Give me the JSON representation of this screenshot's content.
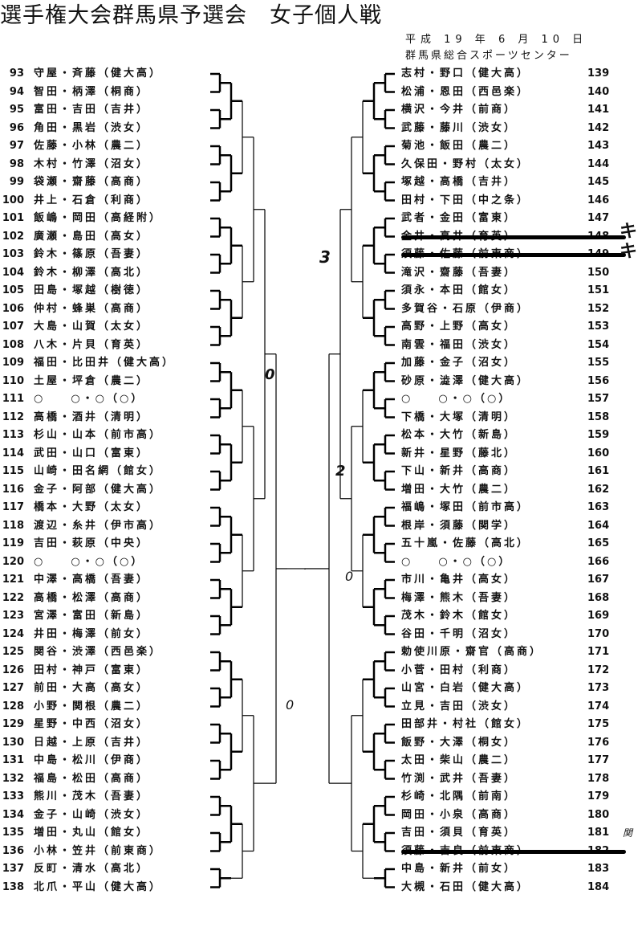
{
  "header": {
    "title": "選手権大会群馬県予選会　女子個人戦",
    "date": "平成 19 年 6 月 10 日",
    "venue": "群馬県総合スポーツセンター"
  },
  "left": [
    {
      "no": "93",
      "name": "守屋・斉藤",
      "school": "健大高"
    },
    {
      "no": "94",
      "name": "智田・柄澤",
      "school": "桐商"
    },
    {
      "no": "95",
      "name": "富田・吉田",
      "school": "吉井"
    },
    {
      "no": "96",
      "name": "角田・黒岩",
      "school": "渋女"
    },
    {
      "no": "97",
      "name": "佐藤・小林",
      "school": "農二"
    },
    {
      "no": "98",
      "name": "木村・竹澤",
      "school": "沼女"
    },
    {
      "no": "99",
      "name": "袋瀬・齋藤",
      "school": "高商"
    },
    {
      "no": "100",
      "name": "井上・石倉",
      "school": "利商"
    },
    {
      "no": "101",
      "name": "飯嶋・岡田",
      "school": "高経附"
    },
    {
      "no": "102",
      "name": "廣瀬・島田",
      "school": "高女"
    },
    {
      "no": "103",
      "name": "鈴木・篠原",
      "school": "吾妻"
    },
    {
      "no": "104",
      "name": "鈴木・柳澤",
      "school": "高北"
    },
    {
      "no": "105",
      "name": "田島・塚越",
      "school": "樹徳"
    },
    {
      "no": "106",
      "name": "仲村・蜂巣",
      "school": "高商"
    },
    {
      "no": "107",
      "name": "大島・山賀",
      "school": "太女"
    },
    {
      "no": "108",
      "name": "八木・片貝",
      "school": "育英"
    },
    {
      "no": "109",
      "name": "福田・比田井",
      "school": "健大高"
    },
    {
      "no": "110",
      "name": "土屋・坪倉",
      "school": "農二"
    },
    {
      "no": "111",
      "name": "○　　○・○",
      "school": "○"
    },
    {
      "no": "112",
      "name": "高橋・酒井",
      "school": "清明"
    },
    {
      "no": "113",
      "name": "杉山・山本",
      "school": "前市高"
    },
    {
      "no": "114",
      "name": "武田・山口",
      "school": "富東"
    },
    {
      "no": "115",
      "name": "山崎・田名網",
      "school": "館女"
    },
    {
      "no": "116",
      "name": "金子・阿部",
      "school": "健大高"
    },
    {
      "no": "117",
      "name": "橋本・大野",
      "school": "太女"
    },
    {
      "no": "118",
      "name": "渡辺・糸井",
      "school": "伊市高"
    },
    {
      "no": "119",
      "name": "吉田・萩原",
      "school": "中央"
    },
    {
      "no": "120",
      "name": "○　　○・○",
      "school": "○"
    },
    {
      "no": "121",
      "name": "中澤・高橋",
      "school": "吾妻"
    },
    {
      "no": "122",
      "name": "高橋・松澤",
      "school": "高商"
    },
    {
      "no": "123",
      "name": "宮澤・富田",
      "school": "新島"
    },
    {
      "no": "124",
      "name": "井田・梅澤",
      "school": "前女"
    },
    {
      "no": "125",
      "name": "関谷・渋澤",
      "school": "西邑楽"
    },
    {
      "no": "126",
      "name": "田村・神戸",
      "school": "富東"
    },
    {
      "no": "127",
      "name": "前田・大高",
      "school": "高女"
    },
    {
      "no": "128",
      "name": "小野・関根",
      "school": "農二"
    },
    {
      "no": "129",
      "name": "星野・中西",
      "school": "沼女"
    },
    {
      "no": "130",
      "name": "日越・上原",
      "school": "吉井"
    },
    {
      "no": "131",
      "name": "中島・松川",
      "school": "伊商"
    },
    {
      "no": "132",
      "name": "福島・松田",
      "school": "高商"
    },
    {
      "no": "133",
      "name": "熊川・茂木",
      "school": "吾妻"
    },
    {
      "no": "134",
      "name": "金子・山崎",
      "school": "渋女"
    },
    {
      "no": "135",
      "name": "増田・丸山",
      "school": "館女"
    },
    {
      "no": "136",
      "name": "小林・笠井",
      "school": "前東商"
    },
    {
      "no": "137",
      "name": "反町・清水",
      "school": "高北"
    },
    {
      "no": "138",
      "name": "北爪・平山",
      "school": "健大高"
    }
  ],
  "right": [
    {
      "no": "139",
      "name": "志村・野口",
      "school": "健大高"
    },
    {
      "no": "140",
      "name": "松浦・恩田",
      "school": "西邑楽"
    },
    {
      "no": "141",
      "name": "横沢・今井",
      "school": "前商"
    },
    {
      "no": "142",
      "name": "武藤・藤川",
      "school": "渋女"
    },
    {
      "no": "143",
      "name": "菊池・飯田",
      "school": "農二"
    },
    {
      "no": "144",
      "name": "久保田・野村",
      "school": "太女"
    },
    {
      "no": "145",
      "name": "塚越・高橋",
      "school": "吉井"
    },
    {
      "no": "146",
      "name": "田村・下田",
      "school": "中之条"
    },
    {
      "no": "147",
      "name": "武者・金田",
      "school": "富東"
    },
    {
      "no": "148",
      "name": "金井・高井",
      "school": "育英",
      "struck": true
    },
    {
      "no": "149",
      "name": "須藤・佐藤",
      "school": "前東商",
      "struck": true
    },
    {
      "no": "150",
      "name": "滝沢・齋藤",
      "school": "吾妻"
    },
    {
      "no": "151",
      "name": "須永・本田",
      "school": "館女"
    },
    {
      "no": "152",
      "name": "多賀谷・石原",
      "school": "伊商"
    },
    {
      "no": "153",
      "name": "高野・上野",
      "school": "高女"
    },
    {
      "no": "154",
      "name": "南雲・福田",
      "school": "渋女"
    },
    {
      "no": "155",
      "name": "加藤・金子",
      "school": "沼女"
    },
    {
      "no": "156",
      "name": "砂原・澁澤",
      "school": "健大高"
    },
    {
      "no": "157",
      "name": "○　　○・○",
      "school": "○"
    },
    {
      "no": "158",
      "name": "下橋・大塚",
      "school": "清明"
    },
    {
      "no": "159",
      "name": "松本・大竹",
      "school": "新島"
    },
    {
      "no": "160",
      "name": "新井・星野",
      "school": "藤北"
    },
    {
      "no": "161",
      "name": "下山・新井",
      "school": "高商"
    },
    {
      "no": "162",
      "name": "増田・大竹",
      "school": "農二"
    },
    {
      "no": "163",
      "name": "福嶋・塚田",
      "school": "前市高"
    },
    {
      "no": "164",
      "name": "根岸・須藤",
      "school": "関学"
    },
    {
      "no": "165",
      "name": "五十嵐・佐藤",
      "school": "高北"
    },
    {
      "no": "166",
      "name": "○　　○・○",
      "school": "○"
    },
    {
      "no": "167",
      "name": "市川・亀井",
      "school": "高女"
    },
    {
      "no": "168",
      "name": "梅澤・熊木",
      "school": "吾妻"
    },
    {
      "no": "169",
      "name": "茂木・鈴木",
      "school": "館女"
    },
    {
      "no": "170",
      "name": "谷田・千明",
      "school": "沼女"
    },
    {
      "no": "171",
      "name": "勅使川原・齋官",
      "school": "高商"
    },
    {
      "no": "172",
      "name": "小菅・田村",
      "school": "利商"
    },
    {
      "no": "173",
      "name": "山宮・白岩",
      "school": "健大高"
    },
    {
      "no": "174",
      "name": "立見・吉田",
      "school": "渋女"
    },
    {
      "no": "175",
      "name": "田部井・村社",
      "school": "館女"
    },
    {
      "no": "176",
      "name": "飯野・大澤",
      "school": "桐女"
    },
    {
      "no": "177",
      "name": "太田・柴山",
      "school": "農二"
    },
    {
      "no": "178",
      "name": "竹渕・武井",
      "school": "吾妻"
    },
    {
      "no": "179",
      "name": "杉崎・北隅",
      "school": "前南"
    },
    {
      "no": "180",
      "name": "岡田・小泉",
      "school": "高商"
    },
    {
      "no": "181",
      "name": "吉田・須貝",
      "school": "育英"
    },
    {
      "no": "182",
      "name": "須藤・吉良",
      "school": "前東商",
      "struck": true
    },
    {
      "no": "183",
      "name": "中島・新井",
      "school": "前女"
    },
    {
      "no": "184",
      "name": "大槻・石田",
      "school": "健大高"
    }
  ],
  "handwritten": {
    "withdraw_148": "キ",
    "withdraw_149": "キ",
    "correction_181": "関",
    "center_top": "3",
    "center_mid": "2",
    "left_mid": "0",
    "left_low": "0",
    "right_low": "0"
  }
}
